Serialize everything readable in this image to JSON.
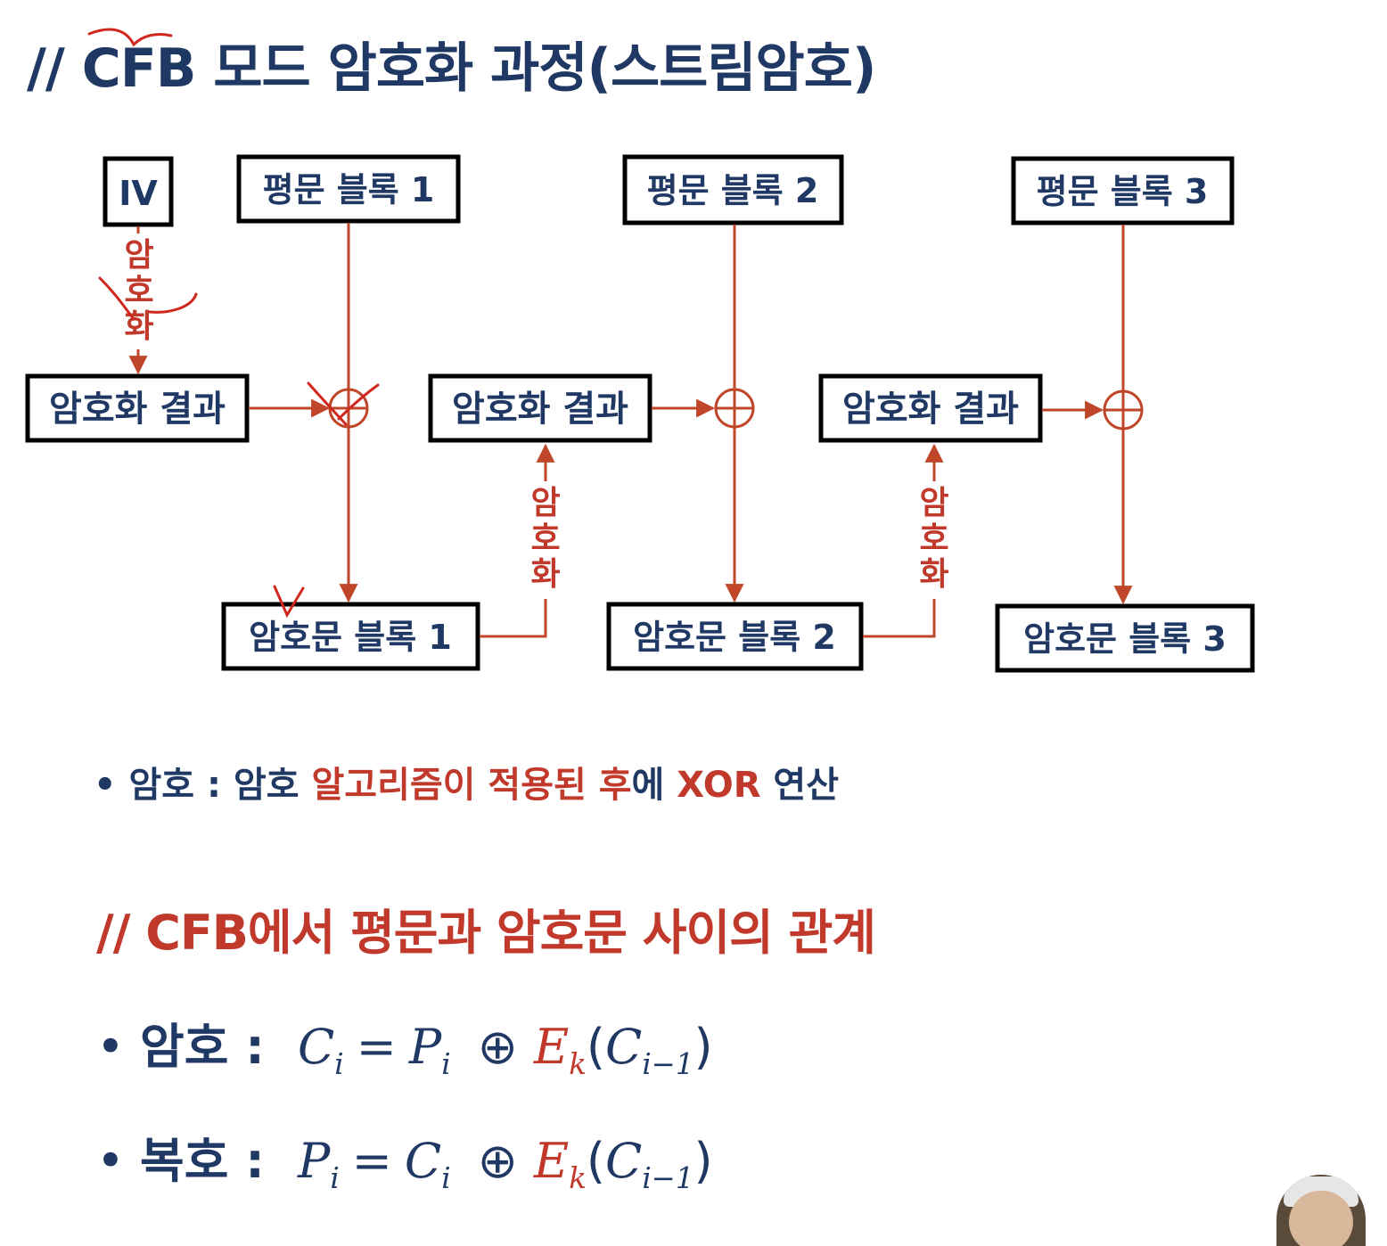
{
  "title": "// CFB 모드 암호화 과정(스트림암호)",
  "diagram": {
    "iv": "IV",
    "encrypt_label": "암호화",
    "encrypt_result": "암호화 결과",
    "plaintext_blocks": [
      "평문 블록 1",
      "평문 블록 2",
      "평문 블록 3"
    ],
    "ciphertext_blocks": [
      "암호문 블록 1",
      "암호문 블록 2",
      "암호문 블록 3"
    ]
  },
  "bullet_note": {
    "prefix": "암호 : 암호 ",
    "highlight1": "알고리즘이 적용된 후",
    "middle": "에 ",
    "highlight2": "XOR",
    "suffix": " 연산"
  },
  "section2_title": "// CFB에서 평문과 암호문 사이의 관계",
  "formulas": {
    "encrypt_label": "암호 :",
    "decrypt_label": "복호 :"
  },
  "colors": {
    "navy": "#1f3864",
    "red": "#c0392b"
  }
}
